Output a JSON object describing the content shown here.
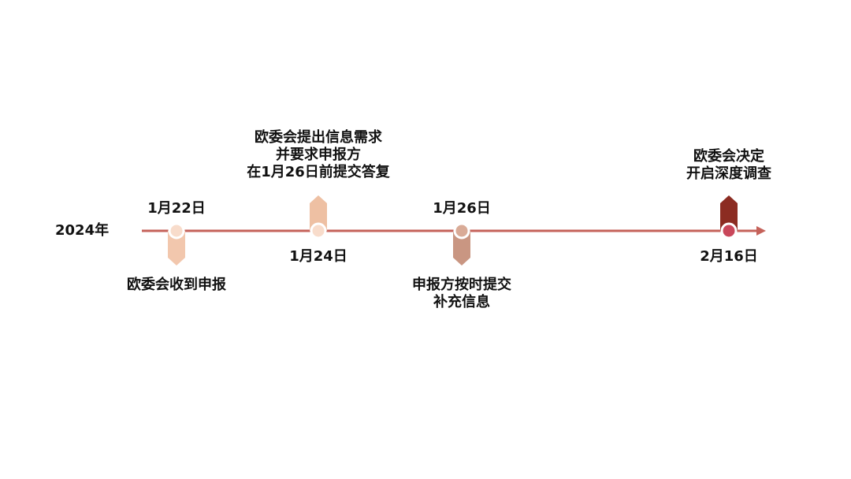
{
  "year_label": "2024年",
  "colors": {
    "axis": "#c5625a",
    "peach_light": "#f2c7ad",
    "peach_mid": "#eec0a3",
    "tan": "#c99682",
    "dark_red": "#8c2c22",
    "circle_dark_fill": "#c9475a"
  },
  "events": [
    {
      "date": "1月22日",
      "description_lines": [
        "欧委会收到申报"
      ]
    },
    {
      "date": "1月24日",
      "description_lines": [
        "欧委会提出信息需求",
        "并要求申报方",
        "在1月26日前提交答复"
      ]
    },
    {
      "date": "1月26日",
      "description_lines": [
        "申报方按时提交",
        "补充信息"
      ]
    },
    {
      "date": "2月16日",
      "description_lines": [
        "欧委会决定",
        "开启深度调查"
      ]
    }
  ]
}
